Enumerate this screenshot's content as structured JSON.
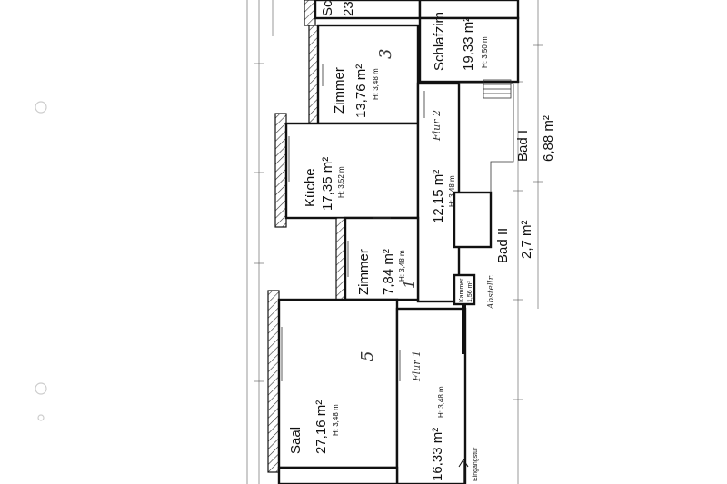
{
  "rooms": [
    {
      "name": "Schlafzim",
      "area": "19,33 m²",
      "height": "H: 3,50 m"
    },
    {
      "name": "Zimmer",
      "area": "13,76 m²",
      "height": "H: 3,48 m"
    },
    {
      "name": "Küche",
      "area": "17,35 m²",
      "height": "H: 3,52 m"
    },
    {
      "name": "",
      "area": "12,15 m²",
      "height": "H: 3,48 m"
    },
    {
      "name": "Bad I",
      "area": "6,88 m²",
      "height": ""
    },
    {
      "name": "Bad II",
      "area": "2,7 m²",
      "height": ""
    },
    {
      "name": "Zimmer",
      "area": "7,84 m²",
      "height": "H: 3,48 m"
    },
    {
      "name": "Kammer",
      "area": "1,56 m²",
      "height": ""
    },
    {
      "name": "Saal",
      "area": "27,16 m²",
      "height": "H: 3,48 m"
    },
    {
      "name": "",
      "area": "16,33 m²",
      "height": "H: 3,48 m"
    }
  ],
  "partial_labels": {
    "top_room_name": "Sc",
    "top_room_area": "23"
  },
  "entrance_label": "Eingangstür",
  "handwritten": {
    "flur2": "Flur 2",
    "flur1": "Flur 1",
    "mark3": "3",
    "mark5": "5",
    "mark1": "1",
    "abstell": "Abstellr."
  }
}
